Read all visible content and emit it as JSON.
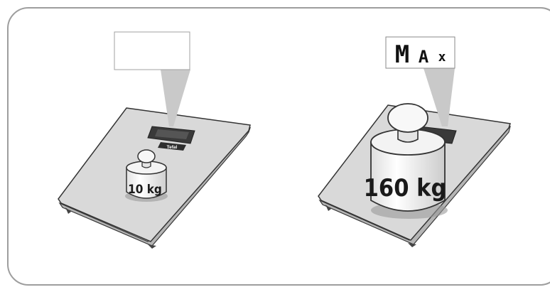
{
  "panel_left": {
    "display_text": "",
    "weight_label": "10 kg",
    "brand_label": "Tefal"
  },
  "panel_right": {
    "display_text": "MAx",
    "display_m": "M",
    "display_a": "A",
    "display_x": "x",
    "weight_label": "160 kg"
  },
  "colors": {
    "frame_border": "#9e9e9e",
    "scale_top": "#d9d9d9",
    "scale_edge": "#8c8c8c",
    "scale_shadow": "#bdbdbd",
    "callout": "#c8c8c8",
    "weight_light": "#ffffff",
    "weight_shade": "#d6d6d6",
    "display_dark": "#333333"
  }
}
